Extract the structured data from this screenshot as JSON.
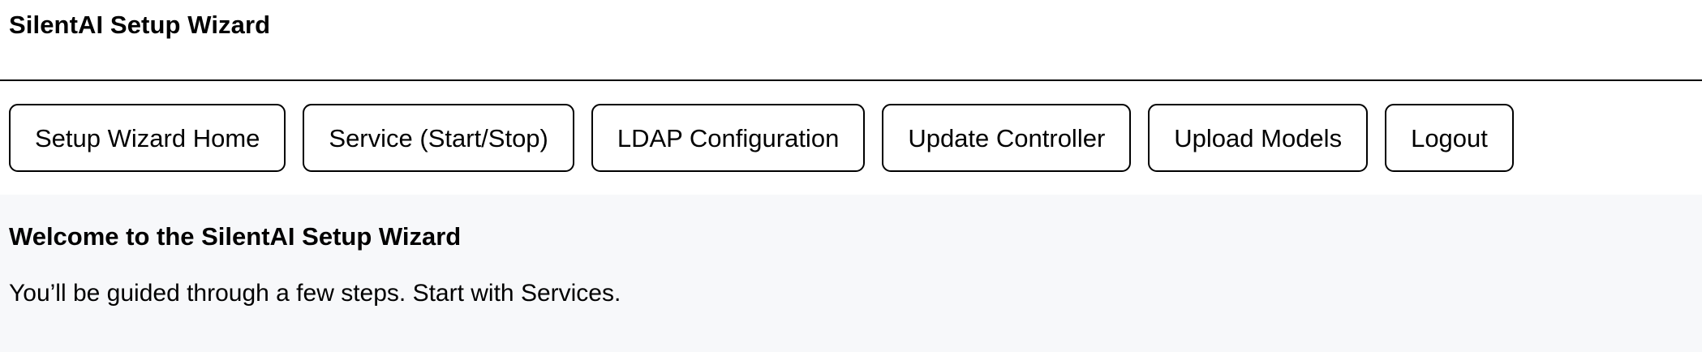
{
  "header": {
    "title": "SilentAI Setup Wizard"
  },
  "nav": {
    "buttons": [
      {
        "label": "Setup Wizard Home",
        "name": "nav-button-setup-wizard-home"
      },
      {
        "label": "Service (Start/Stop)",
        "name": "nav-button-service-start-stop"
      },
      {
        "label": "LDAP Configuration",
        "name": "nav-button-ldap-configuration"
      },
      {
        "label": "Update Controller",
        "name": "nav-button-update-controller"
      },
      {
        "label": "Upload Models",
        "name": "nav-button-upload-models"
      },
      {
        "label": "Logout",
        "name": "nav-button-logout"
      }
    ]
  },
  "main": {
    "heading": "Welcome to the SilentAI Setup Wizard",
    "paragraph": "You’ll be guided through a few steps. Start with Services."
  },
  "colors": {
    "page_background": "#ffffff",
    "content_background": "#f7f8fa",
    "text": "#000000",
    "border": "#000000"
  }
}
